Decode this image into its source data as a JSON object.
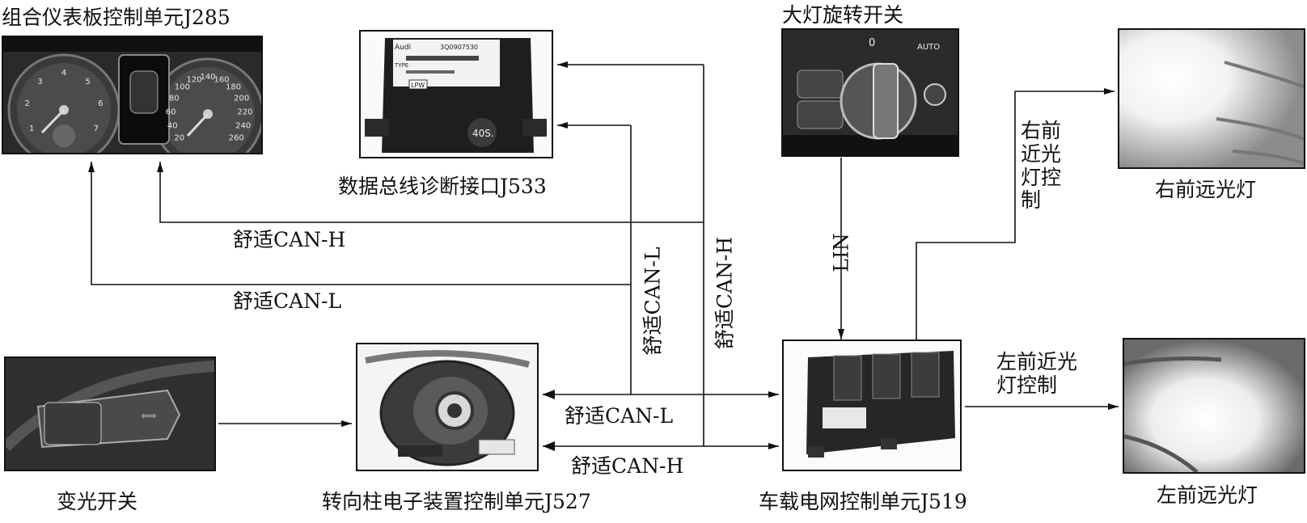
{
  "nodes": {
    "cluster": "组合仪表板控制单元J285",
    "gateway": "数据总线诊断接口J533",
    "headlight_switch": "大灯旋转开关",
    "right_high_beam": "右前远光灯",
    "left_high_beam": "左前远光灯",
    "stalk_switch": "变光开关",
    "steering_column": "转向柱电子装置控制单元J527",
    "bcm": "车载电网控制单元J519"
  },
  "edges": {
    "can_h_top": "舒适CAN-H",
    "can_l_top": "舒适CAN-L",
    "can_l_vertical": "舒适CAN-L",
    "can_h_vertical": "舒适CAN-H",
    "can_l_bottom": "舒适CAN-L",
    "can_h_bottom": "舒适CAN-H",
    "lin": "LIN",
    "right_low_beam_ctrl": [
      "右前",
      "近光",
      "灯控",
      "制"
    ],
    "left_low_beam_ctrl": [
      "左前近光",
      "灯控制"
    ]
  },
  "gateway_photo_text": {
    "brand": "Audi",
    "part_no": "3Q0907530",
    "model": "TYPE",
    "tag": "LPW",
    "code": "40S."
  },
  "cluster_photo_ticks": [
    "1",
    "2",
    "3",
    "4",
    "5",
    "6",
    "7",
    "20",
    "40",
    "60",
    "80",
    "100",
    "120",
    "140",
    "160",
    "180",
    "200",
    "220",
    "240",
    "260"
  ],
  "switch_photo_text": {
    "zero": "0",
    "auto": "AUTO"
  }
}
